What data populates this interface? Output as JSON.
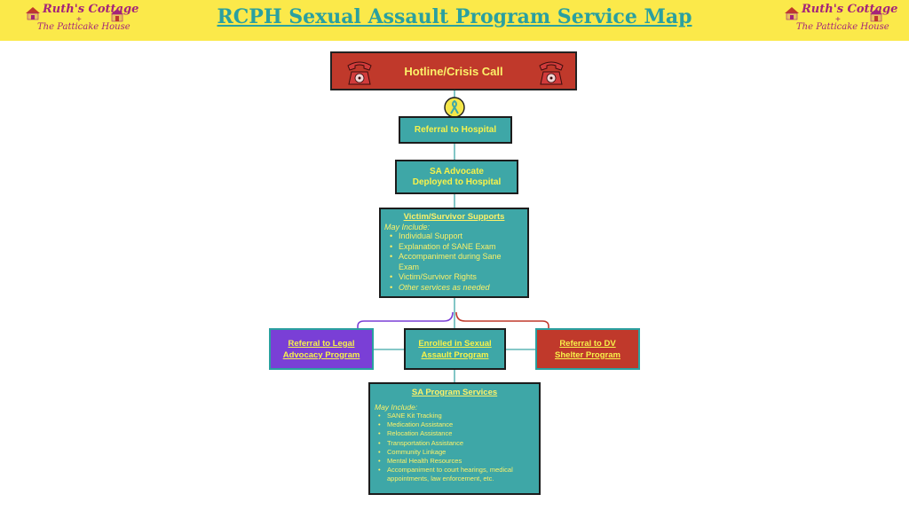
{
  "header": {
    "title": "RCPH Sexual Assault Program Service Map",
    "logo_line1": "Ruth's Cottage",
    "logo_plus": "+",
    "logo_line2": "The Patticake House"
  },
  "colors": {
    "header_bg": "#fbe94a",
    "teal": "#3ea7a7",
    "red": "#c0392b",
    "purple": "#7a3fd6",
    "yellow_text": "#f7f24a"
  },
  "flow": {
    "hotline": "Hotline/Crisis Call",
    "referral_hospital": "Referral to Hospital",
    "advocate_line1": "SA Advocate",
    "advocate_line2": "Deployed to Hospital",
    "supports": {
      "heading": "Victim/Survivor Supports",
      "may_include": "May Include:",
      "items": [
        "Individual Support",
        "Explanation of SANE Exam",
        "Accompaniment during Sane Exam",
        "Victim/Survivor Rights"
      ],
      "last_item": "Other services as needed"
    },
    "legal_line1": "Referral to Legal",
    "legal_line2": "Advocacy Program",
    "enrolled_line1": "Enrolled in Sexual",
    "enrolled_line2": "Assault Program",
    "dv_line1": "Referral to DV",
    "dv_line2": "Shelter Program",
    "services": {
      "heading": "SA Program Services",
      "may_include": "May Include:",
      "items": [
        "SANE Kit Tracking",
        "Medication Assistance",
        "Relocation Assistance",
        "Transportation Assistance",
        "Community Linkage",
        "Mental Health Resources",
        "Accompaniment to court hearings, medical appointments, law enforcement, etc."
      ]
    }
  },
  "icons": [
    "house-icon",
    "phone-icon",
    "ribbon-badge-icon"
  ]
}
